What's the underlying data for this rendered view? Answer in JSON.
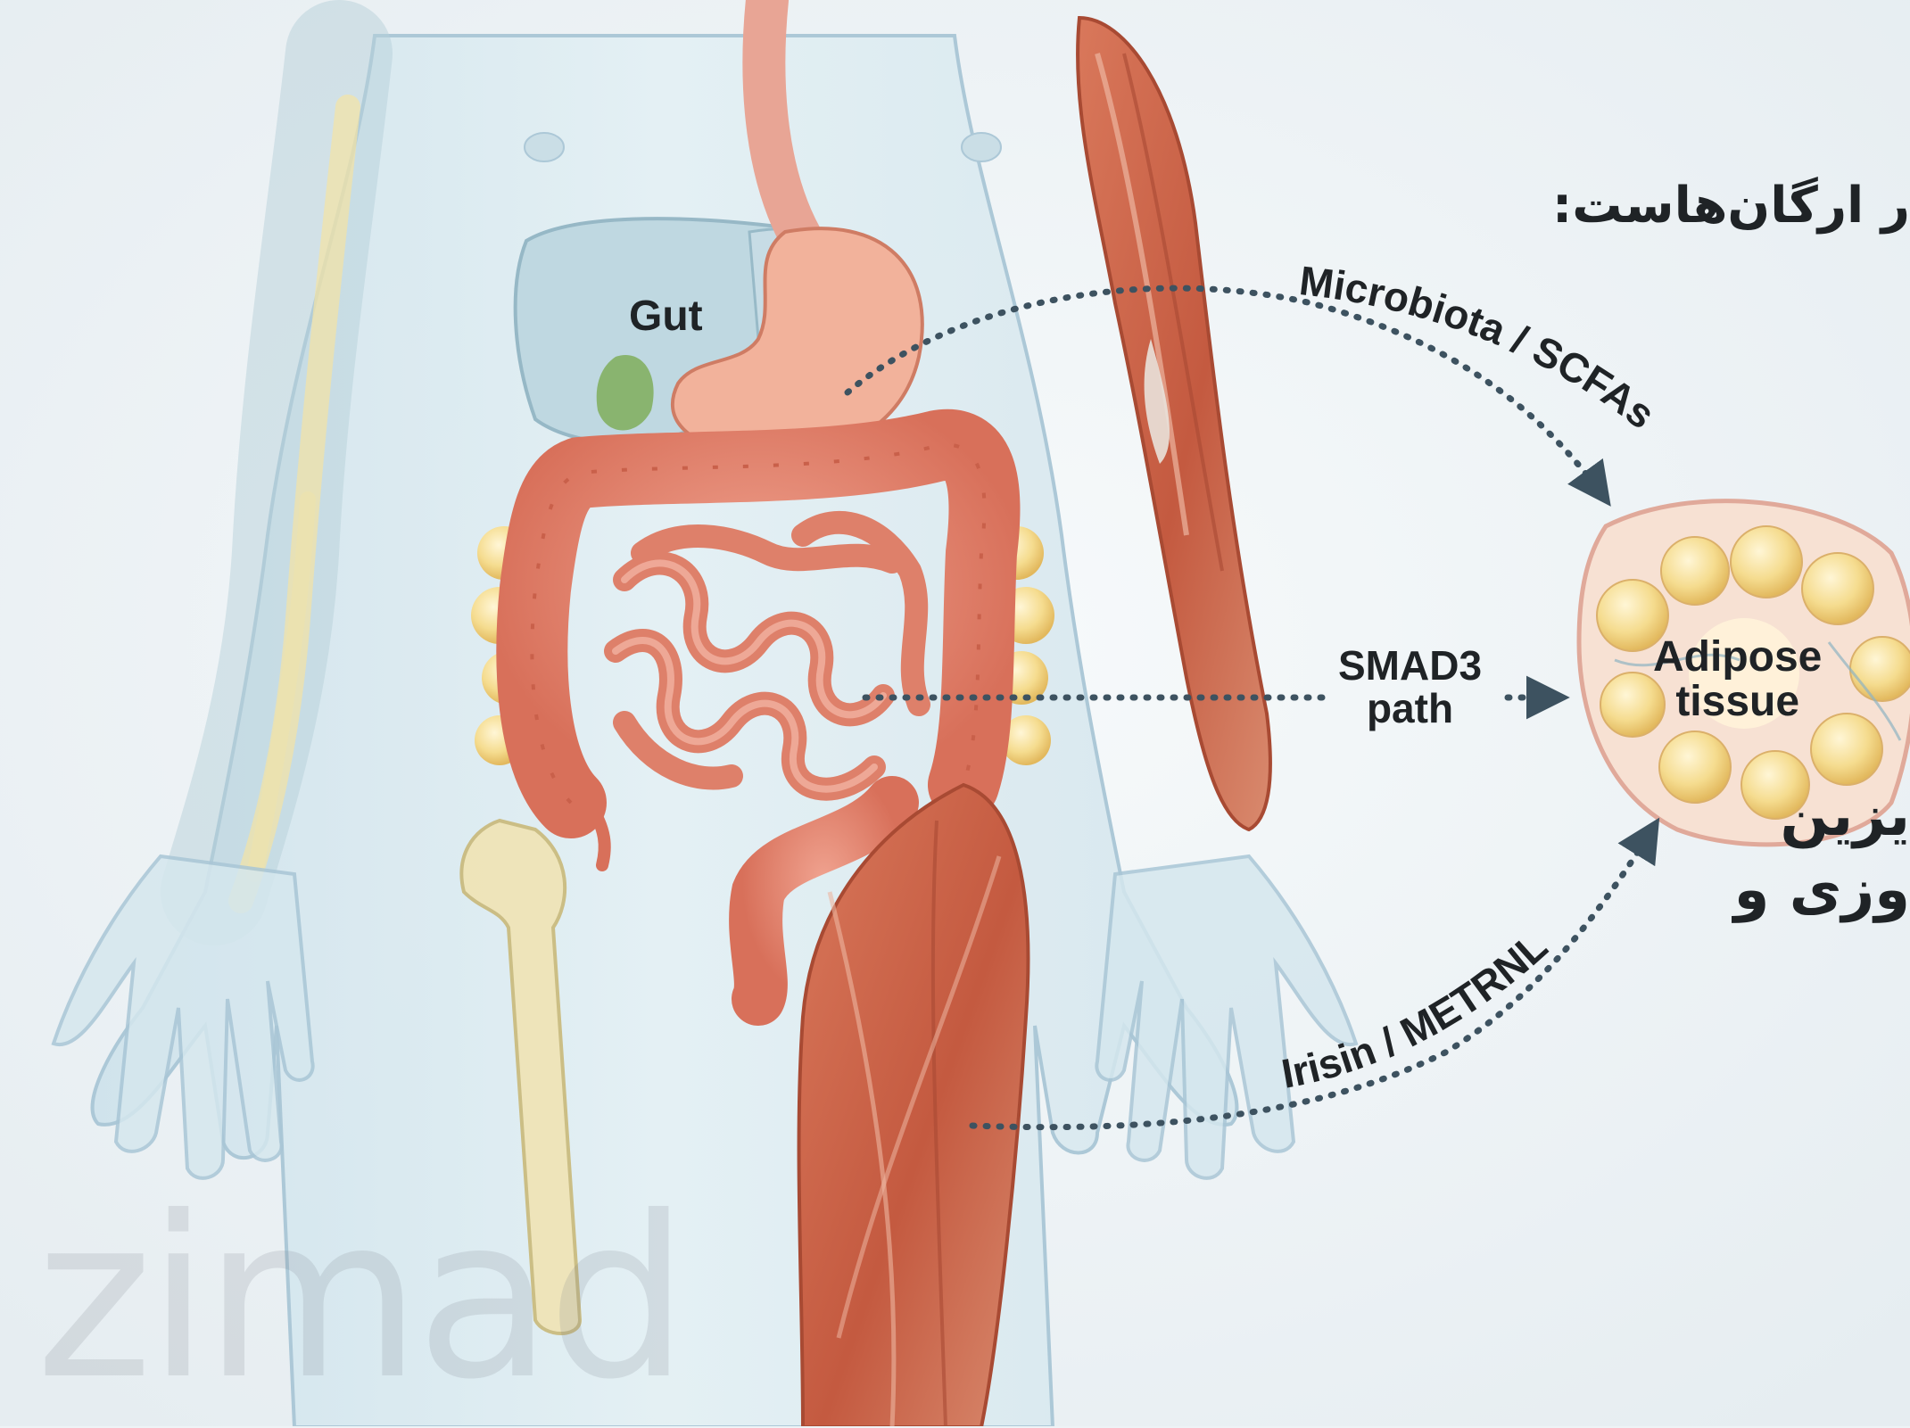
{
  "labels": {
    "gut": "Gut",
    "adipose_line1": "Adipose",
    "adipose_line2": "tissue",
    "smad3_line1": "SMAD3",
    "smad3_line2": "path",
    "microbiota": "Microbiota / SCFAs",
    "irisin": "Irisin / METRNL"
  },
  "persian_text": {
    "header": "ر ارگان‌هاست:",
    "line1": "یزین",
    "line2": "وزی و"
  },
  "watermark": "zimad",
  "colors": {
    "background": "#eef3f6",
    "body_outline": "#a9c6d6",
    "muscle": "#c8634a",
    "intestine": "#e28a76",
    "fat": "#f3d88a",
    "arrow": "#3d5260"
  }
}
